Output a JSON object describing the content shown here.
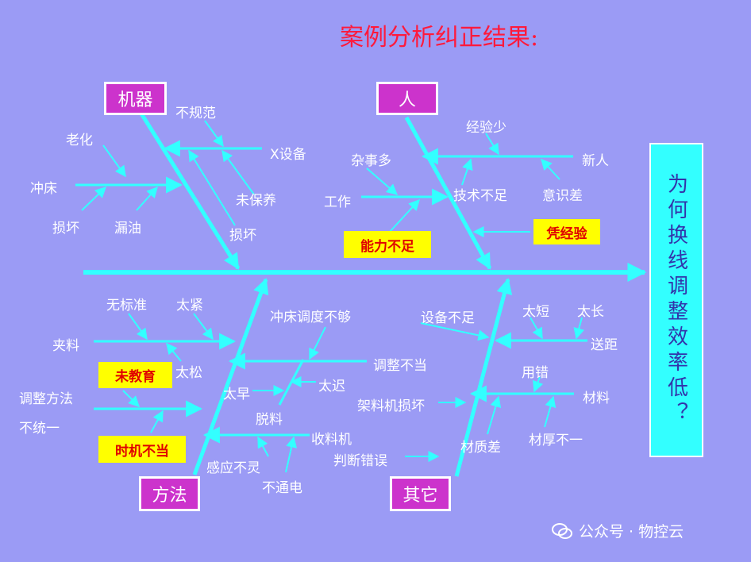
{
  "title": "案例分析纠正结果:",
  "effect": "为何换线调整效率低？",
  "categories": {
    "machine": "机器",
    "person": "人",
    "method": "方法",
    "other": "其它"
  },
  "machine": {
    "aging": "老化",
    "punch": "冲床",
    "damage1": "损坏",
    "oil_leak": "漏油",
    "irregular": "不规范",
    "x_equipment": "X设备",
    "not_maintained": "未保养",
    "damage2": "损坏"
  },
  "person": {
    "misc_tasks": "杂事多",
    "work": "工作",
    "insufficient_ability": "能力不足",
    "little_experience": "经验少",
    "new_staff": "新人",
    "insufficient_skill": "技术不足",
    "poor_awareness": "意识差",
    "by_experience": "凭经验"
  },
  "method": {
    "no_standard": "无标准",
    "too_tight": "太紧",
    "clamp": "夹料",
    "untrained": "未教育",
    "too_loose": "太松",
    "adjust_method": "调整方法",
    "not_unified": "不统一",
    "bad_timing": "时机不当",
    "insufficient_adjust": "冲床调度不够",
    "improper_adjust": "调整不当",
    "too_early": "太早",
    "too_late": "太迟",
    "detach": "脱料",
    "receiver": "收料机",
    "sensor_insensitive": "感应不灵",
    "no_power": "不通电"
  },
  "other": {
    "lack_equipment": "设备不足",
    "too_short": "太短",
    "too_long": "太长",
    "feed_distance": "送距",
    "wrong_use": "用错",
    "material": "材料",
    "rack_broken": "架料机损坏",
    "poor_quality": "材质差",
    "uneven_thickness": "材厚不一",
    "misjudge": "判断错误"
  },
  "watermark": "公众号 · 物控云",
  "colors": {
    "background": "#9b9bf5",
    "line": "#33ffff",
    "category_box": "#cc33cc",
    "highlight_box": "#ffff00",
    "highlight_text": "#e00000",
    "title": "#ff1a3c"
  }
}
